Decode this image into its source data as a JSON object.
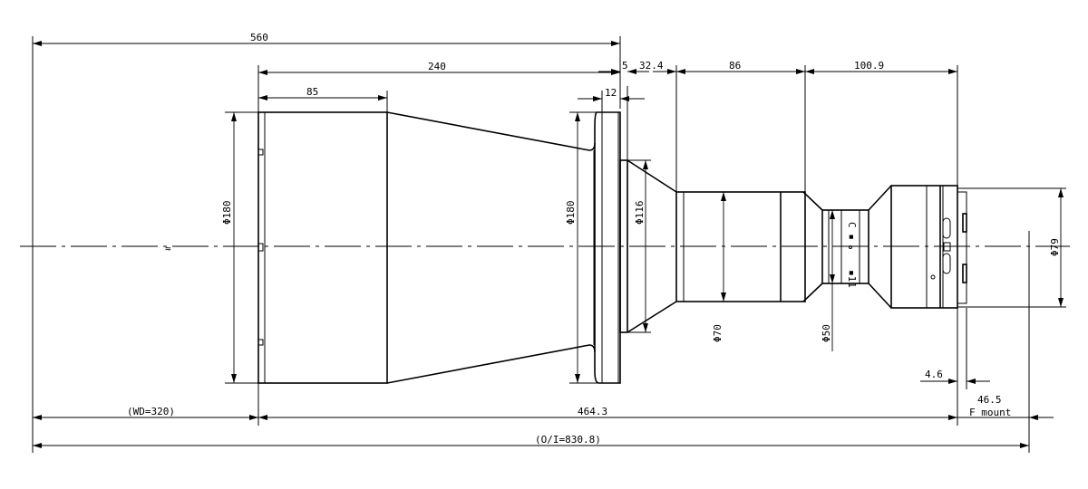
{
  "colors": {
    "line": "#000000",
    "background": "#ffffff"
  },
  "dimensions": {
    "overall_top": "560",
    "body_length": "240",
    "front_barrel": "85",
    "flange": "12",
    "gap": "5",
    "cone": "32.4",
    "mid_barrel": "86",
    "rear_section": "100.9",
    "front_dia": "Φ180",
    "flange_dia": "Φ180",
    "step_dia": "Φ116",
    "mid_dia": "Φ70",
    "rear_small_dia": "Φ50",
    "rear_dia": "Φ79",
    "mount_offset": "4.6",
    "flange_back": "46.5",
    "mount_type": "F mount",
    "working_distance": "(WD=320)",
    "lens_length": "464.3",
    "object_image": "(O/I=830.8)"
  },
  "ring_marks": {
    "top": "C ▪",
    "bottom": "▪11"
  },
  "break_symbol": "≈"
}
